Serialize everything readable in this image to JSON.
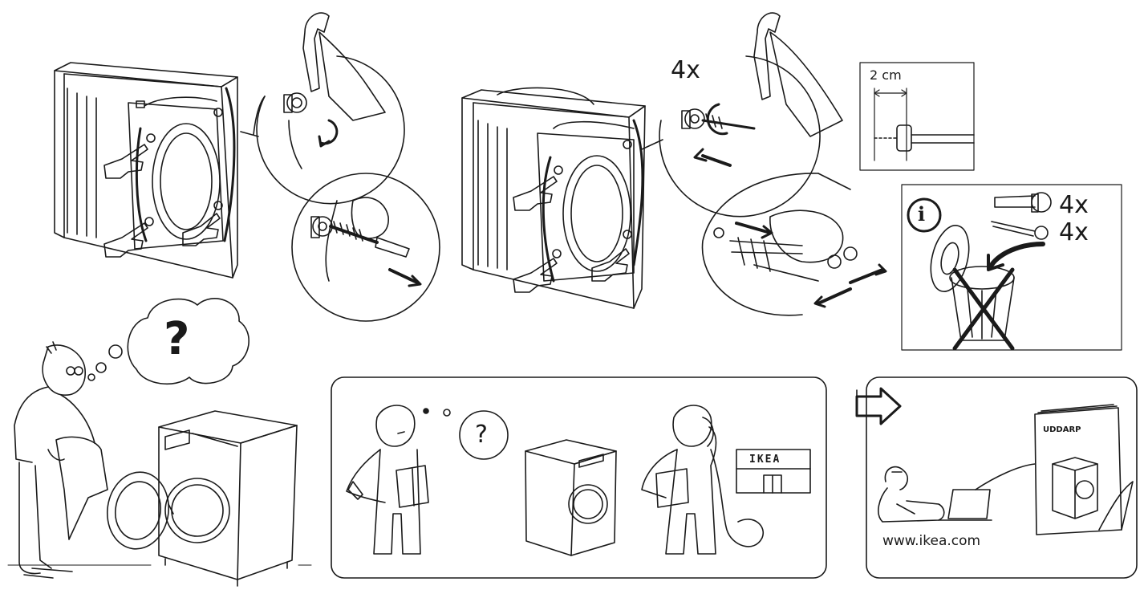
{
  "steps": {
    "bolt_count_label": "4x",
    "measure_label": "2 cm",
    "keep_bolts_count": "4x",
    "keep_bolts_count_2": "4x",
    "info_symbol": "i"
  },
  "help": {
    "thought_mark": "?",
    "question_mark": "?",
    "store_sign": "IKEA"
  },
  "online": {
    "manual_title": "UDDARP",
    "website": "www.ikea.com"
  },
  "colors": {
    "line": "#1a1a1a",
    "background": "#ffffff"
  },
  "icons": [
    "hand-pointer-icon",
    "wrench-icon",
    "rotate-arrow-icon",
    "pull-arrow-icon",
    "info-icon",
    "trash-bin-icon",
    "forward-arrow-icon",
    "laptop-icon",
    "manual-icon"
  ]
}
